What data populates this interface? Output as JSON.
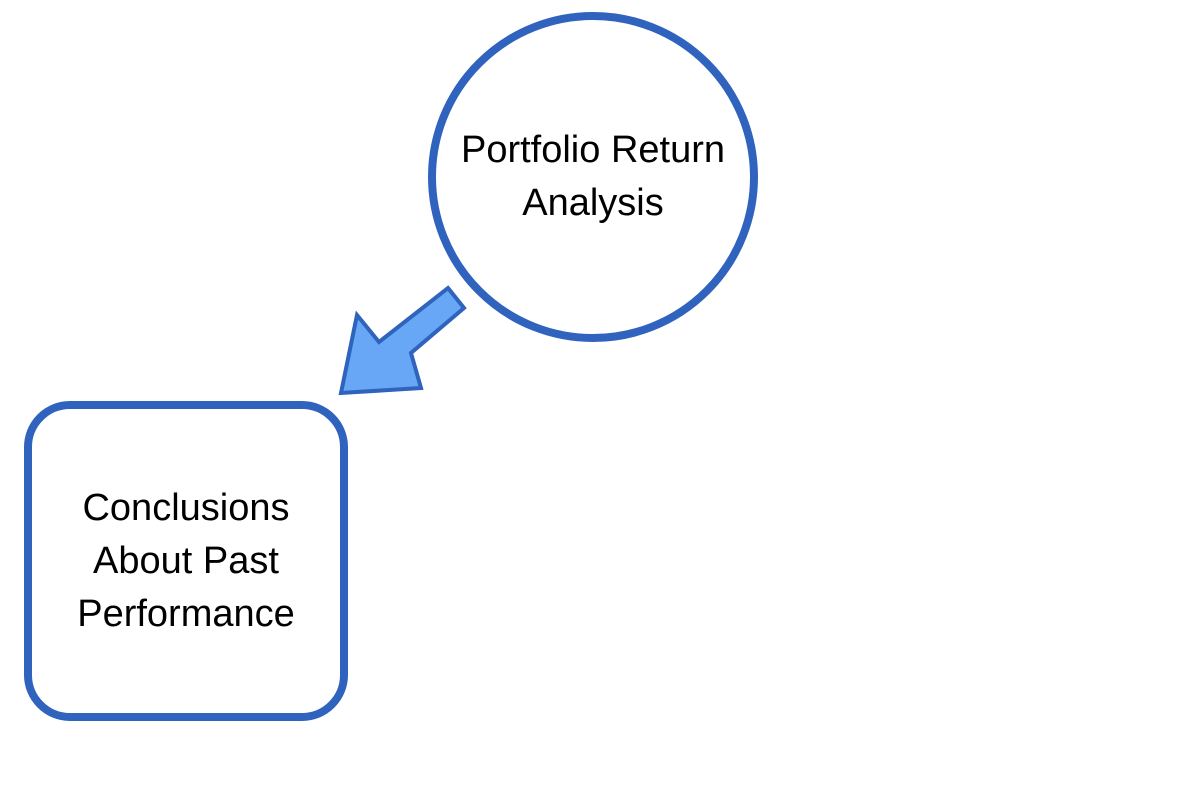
{
  "diagram": {
    "nodes": [
      {
        "id": "portfolio-return-analysis",
        "shape": "circle",
        "lines": [
          "Portfolio Return",
          "Analysis"
        ]
      },
      {
        "id": "conclusions-about-past-performance",
        "shape": "rounded-rectangle",
        "lines": [
          "Conclusions",
          "About Past",
          "Performance"
        ]
      }
    ],
    "edges": [
      {
        "from": "portfolio-return-analysis",
        "to": "conclusions-about-past-performance",
        "style": "block-arrow"
      }
    ],
    "colors": {
      "outline": "#3063BD",
      "arrow_fill": "#68A6F6",
      "arrow_stroke": "#3063BD",
      "text": "#000000",
      "background": "#FFFFFF"
    }
  }
}
